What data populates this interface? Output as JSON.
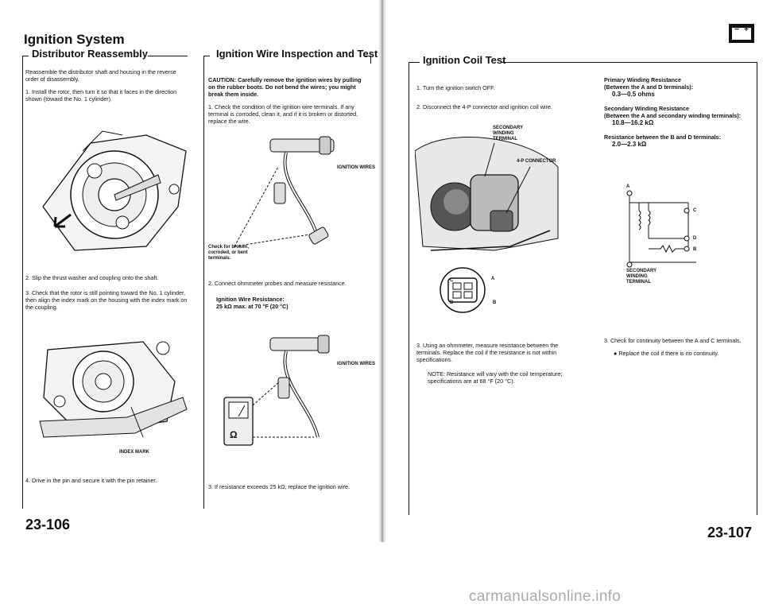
{
  "left_page": {
    "title": "Ignition System",
    "distributor": {
      "heading": "Distributor Reassembly",
      "intro": "Reassemble the distributor shaft and housing in the reverse order of disassembly.",
      "step1": "1.  Install the rotor, then turn it so that it faces in the direction shown (toward the No. 1 cylinder).",
      "step2": "2.  Slip the thrust washer and coupling onto the shaft.",
      "step3": "3.  Check that the rotor is still pointing toward the No. 1 cylinder, then align the index mark on the housing with the index mark on the coupling.",
      "index_mark_label": "INDEX MARK",
      "step4": "4.  Drive in the pin and secure it with the pin retainer."
    },
    "wire": {
      "heading": "Ignition Wire Inspection and Test",
      "caution": "CAUTION: Carefully remove the ignition wires by pulling on the rubber boots. Do not bend the wires; you might break them inside.",
      "step1": "1.  Check the condition of the ignition wire terminals. If any terminal is corroded, clean it, and if it is broken or distorted, replace the wire.",
      "wires_label": "IGNITION WIRES",
      "check_label": "Check for broken, corroded, or bent terminals.",
      "step2": "2.  Connect ohmmeter probes and measure resistance.",
      "resistance_title": "Ignition Wire Resistance:",
      "resistance_value": "25 kΩ max. at 70 °F (20 °C)",
      "wires_label2": "IGNITION WIRES",
      "meter_symbol": "Ω",
      "step3": "3.  If resistance exceeds 25 kΩ, replace the ignition wire."
    },
    "page_number": "23-106"
  },
  "right_page": {
    "heading": "Ignition Coil Test",
    "battery_icon": "battery-icon",
    "battery_minus": "−",
    "battery_plus": "+",
    "step1": "1.  Turn the ignition switch OFF.",
    "step2": "2.  Disconnect the 4-P connector and ignition coil wire.",
    "secondary_terminal_label": "SECONDARY WINDING TERMINAL",
    "connector_label": "4-P CONNECTOR",
    "conn_a": "A",
    "conn_b": "B",
    "conn_c": "C",
    "conn_d": "D",
    "step3": "3.  Using an ohmmeter, measure resistance between the terminals. Replace the coil if the resistance is not within specifications.",
    "note": "NOTE: Resistance will vary with the coil temperature; specifications are at 68 °F (20 °C).",
    "primary_title": "Primary Winding Resistance",
    "primary_sub": "(Between the A and D terminals):",
    "primary_value": "0.3—0.5 ohms",
    "secondary_title": "Secondary Winding Resistance",
    "secondary_sub": "(Between the A and secondary winding terminals):",
    "secondary_value": "10.8—16.2 kΩ",
    "bd_title": "Resistance between the B and D terminals:",
    "bd_value": "2.0—2.3 kΩ",
    "schem_a": "A",
    "schem_b": "B",
    "schem_c": "C",
    "schem_d": "D",
    "schem_label": "SECONDARY WINDING TERMINAL",
    "step3b": "3.  Check for continuity between the A and C terminals.",
    "bullet": "●  Replace the coil if there is no continuity.",
    "page_number": "23-107"
  },
  "watermark": "carmanualsonline.info"
}
